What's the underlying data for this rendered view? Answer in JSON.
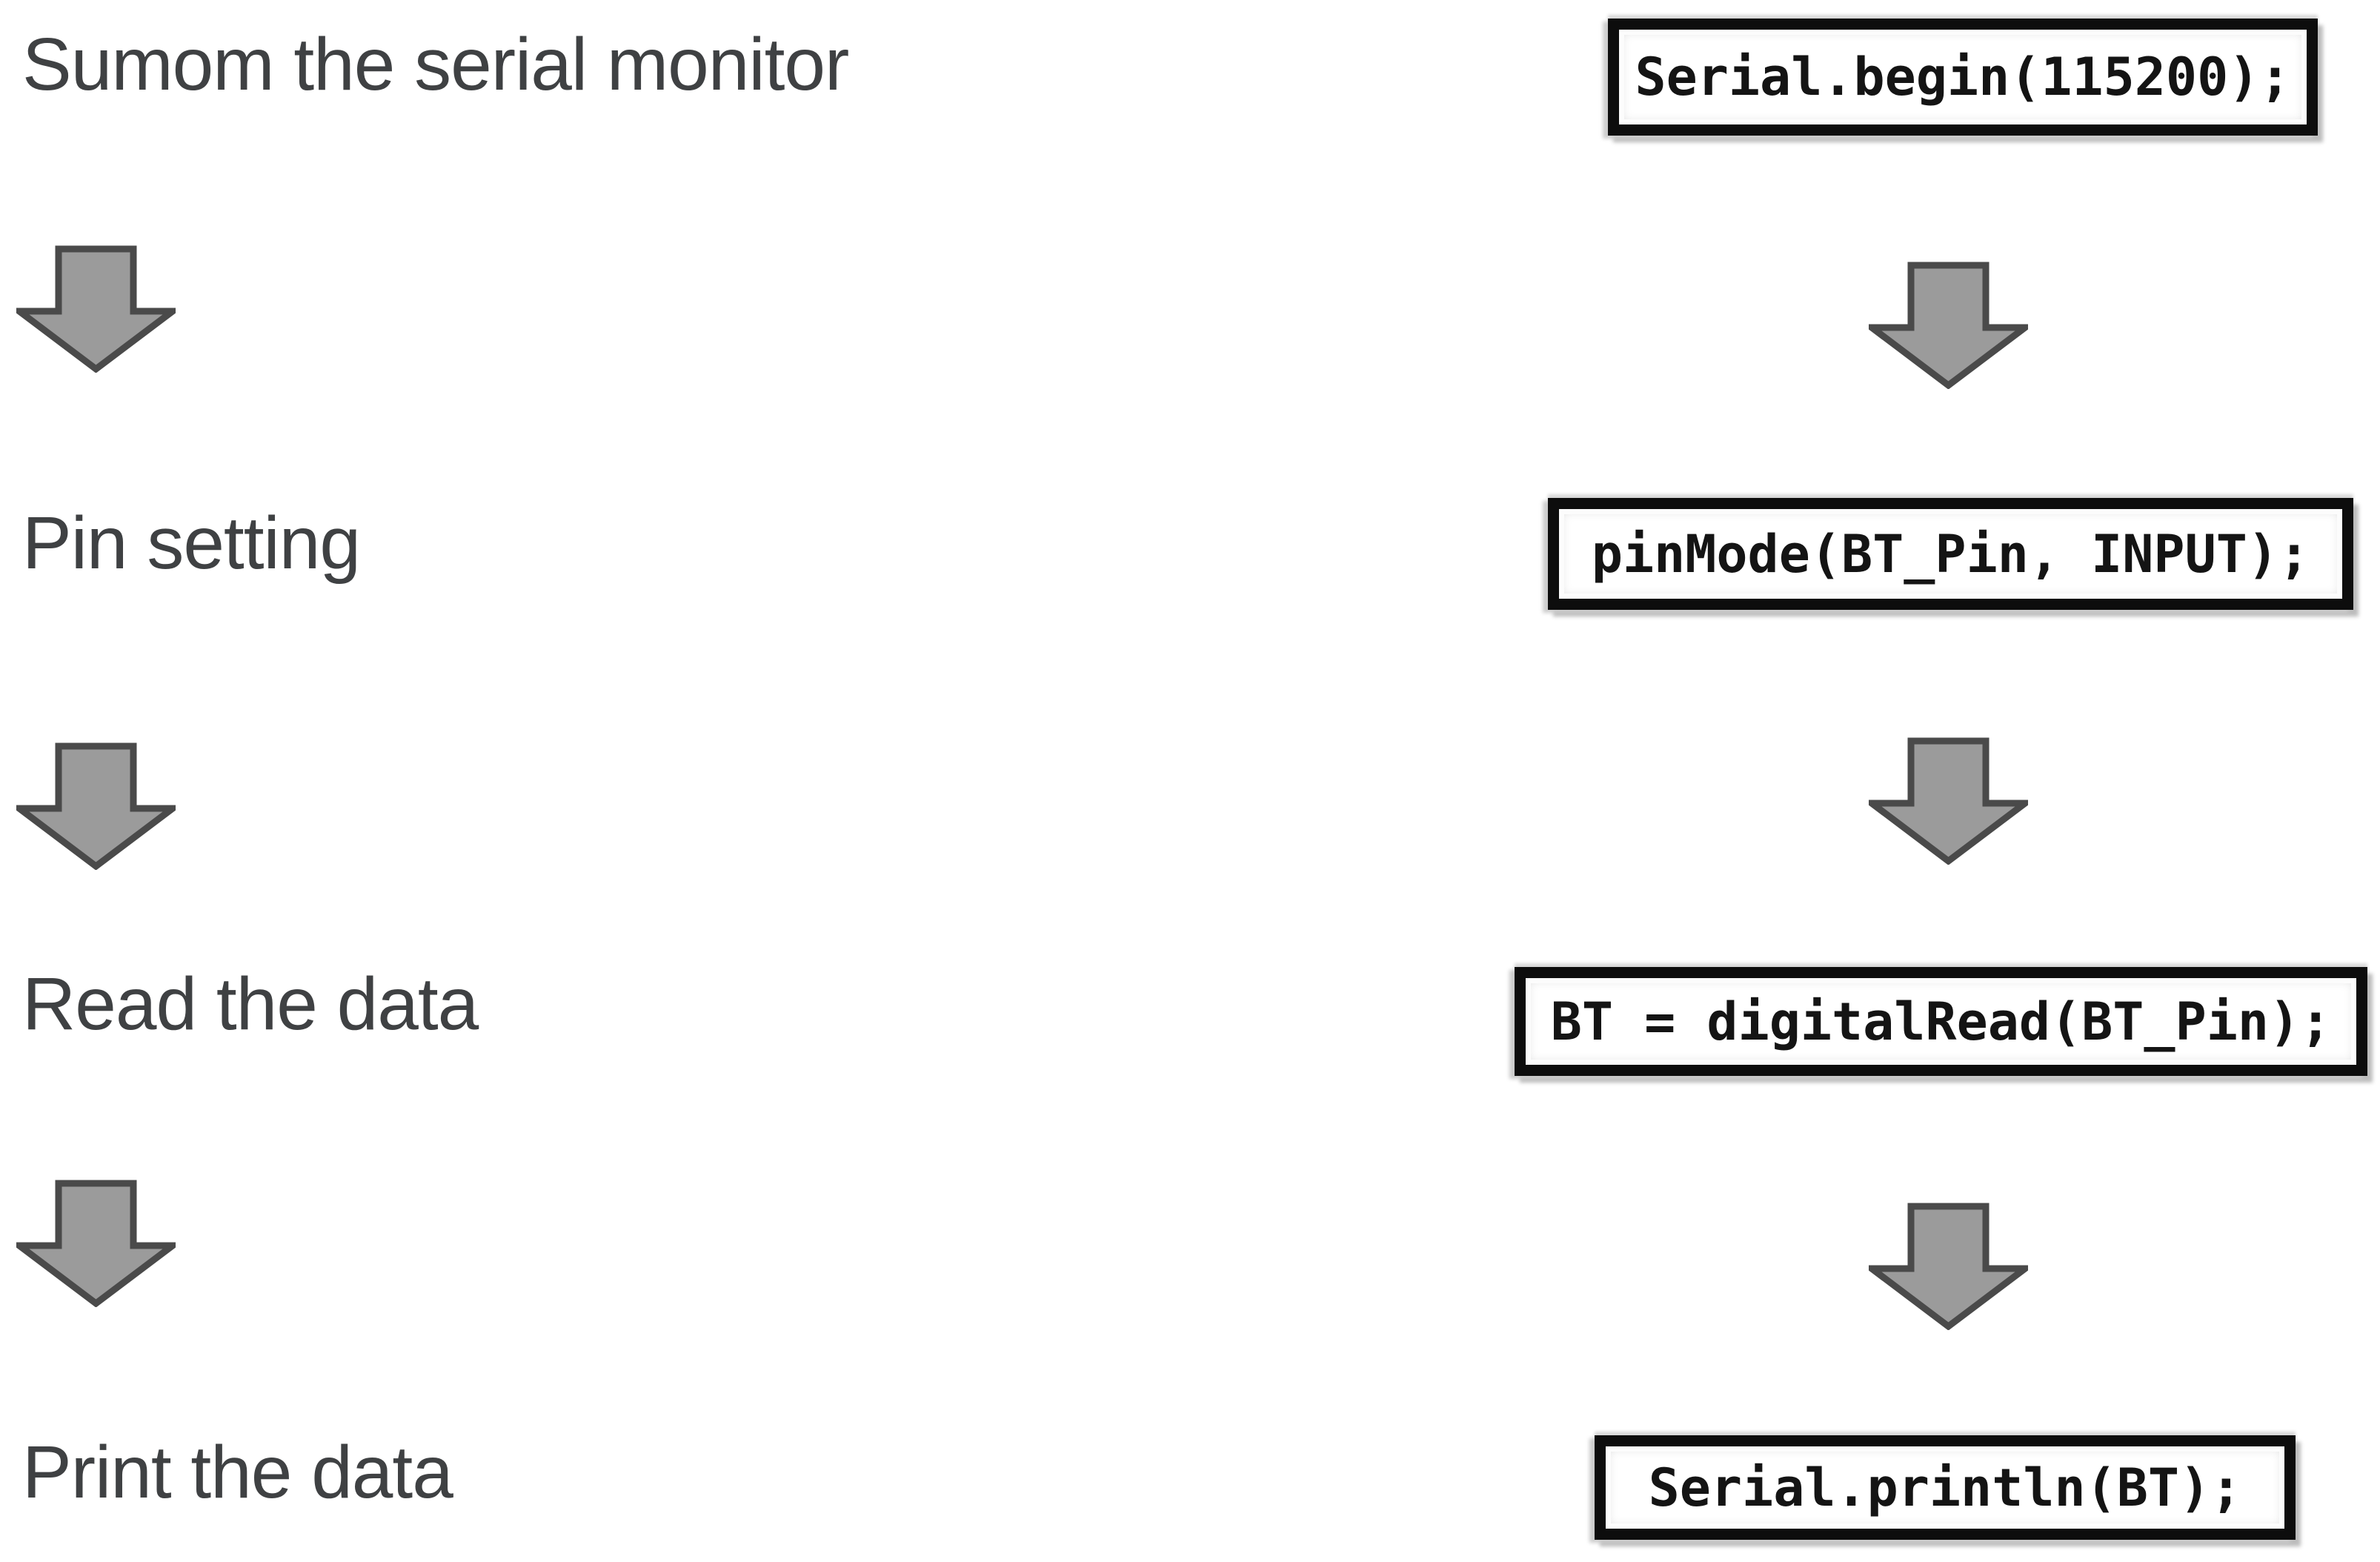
{
  "diagram": {
    "description_colors": {
      "label_text": "#3f4143",
      "arrow_fill": "#9b9b9b",
      "arrow_border": "#4a4a4a",
      "box_border": "#0d0d0d",
      "box_background": "#ffffff",
      "code_text": "#141414",
      "box_shadow": "#c6c6c6"
    },
    "steps": [
      {
        "label": "Sumom the serial monitor",
        "code": "Serial.begin(115200);"
      },
      {
        "label": "Pin setting",
        "code": "pinMode(BT_Pin, INPUT);"
      },
      {
        "label": "Read the data",
        "code": "BT = digitalRead(BT_Pin);"
      },
      {
        "label": "Print the data",
        "code": "Serial.println(BT);"
      }
    ],
    "connector_icon": "down-arrow-icon"
  }
}
